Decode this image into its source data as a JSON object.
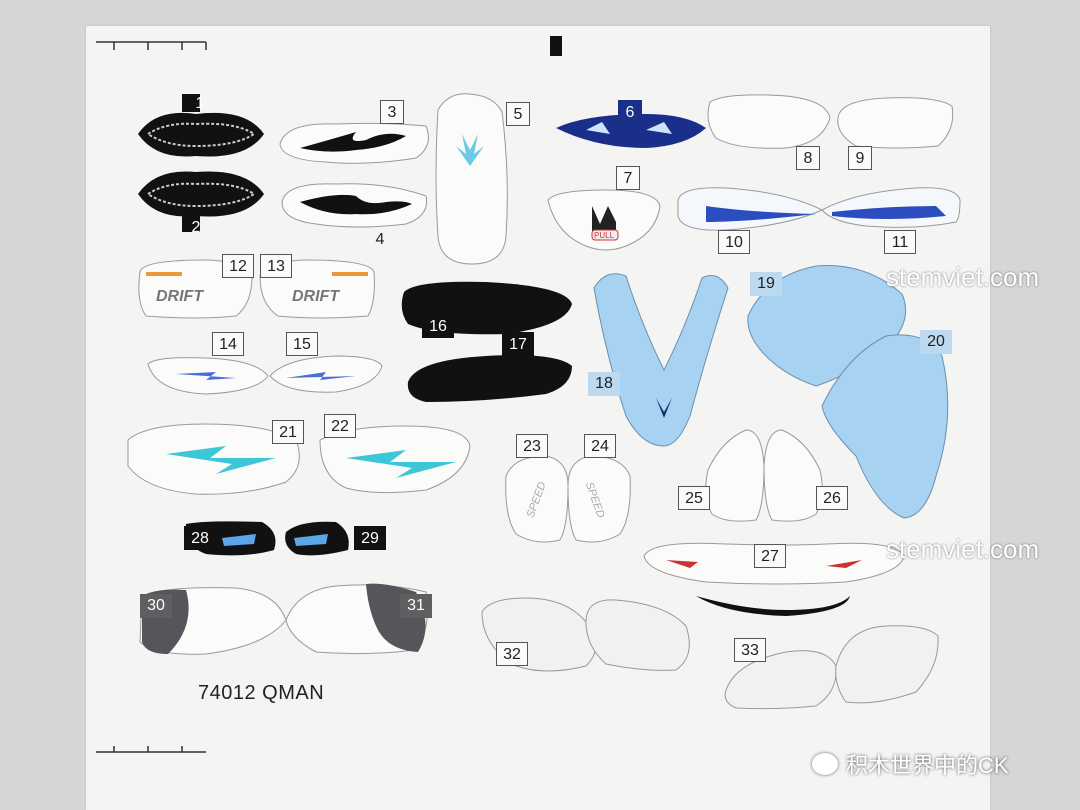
{
  "sheet": {
    "product_code": "74012  QMAN",
    "sticker_numbers": [
      "1",
      "2",
      "3",
      "4",
      "5",
      "6",
      "7",
      "8",
      "9",
      "10",
      "11",
      "12",
      "13",
      "14",
      "15",
      "16",
      "17",
      "18",
      "19",
      "20",
      "21",
      "22",
      "23",
      "24",
      "25",
      "26",
      "27",
      "28",
      "29",
      "30",
      "31",
      "32",
      "33"
    ],
    "sticker_texts": {
      "drift": "DRIFT",
      "pull": "PULL",
      "speed": "SPEED"
    }
  },
  "watermarks": {
    "site_1": "stemviet.com",
    "site_2": "stemviet.com",
    "account": "积木世界中的CK"
  },
  "colors": {
    "light_blue": "#a8d2f2",
    "dark_blue": "#1a2f8a",
    "cyan": "#3cc6d8",
    "black": "#111111"
  }
}
